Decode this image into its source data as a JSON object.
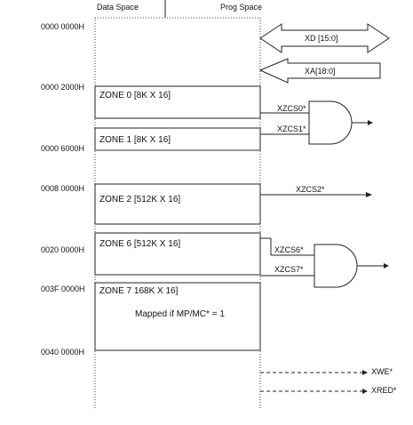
{
  "header": {
    "left": "Data Space",
    "right": "Prog Space"
  },
  "addresses": {
    "a0": "0000 0000H",
    "a1": "0000 2000H",
    "a2": "0000 6000H",
    "a3": "0008 0000H",
    "a4": "0020 0000H",
    "a5": "003F 0000H",
    "a6": "0040 0000H"
  },
  "zones": {
    "z0": "ZONE 0  [8K X 16]",
    "z1": "ZONE 1  [8K X 16]",
    "z2": "ZONE 2  [512K X 16]",
    "z6": "ZONE 6  [512K X 16]",
    "z7": "ZONE 7  168K X 16]",
    "note": "Mapped if MP/MC* = 1"
  },
  "buses": {
    "xd": "XD [15:0]",
    "xa": "XA[18:0]"
  },
  "signals": {
    "xzcs0": "XZCS0*",
    "xzcs1": "XZCS1*",
    "xzcs2": "XZCS2*",
    "xzcs6": "XZCS6*",
    "xzcs7": "XZCS7*",
    "xwe": "XWE*",
    "xred": "XRED*"
  }
}
